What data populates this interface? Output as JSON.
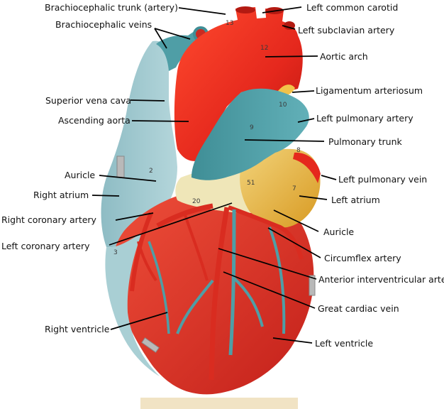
{
  "diagram": {
    "labels": {
      "brachiocephalic_trunk": "Brachiocephalic trunk (artery)",
      "left_common_carotid": "Left common carotid",
      "brachiocephalic_veins": "Brachiocephalic veins",
      "left_subclavian_artery": "Left subclavian artery",
      "aortic_arch": "Aortic arch",
      "ligamentum_arteriosum": "Ligamentum arteriosum",
      "superior_vena_cava": "Superior vena cava",
      "left_pulmonary_artery": "Left pulmonary artery",
      "ascending_aorta": "Ascending aorta",
      "pulmonary_trunk": "Pulmonary trunk",
      "auricle_right": "Auricle",
      "left_pulmonary_vein": "Left pulmonary vein",
      "right_atrium": "Right atrium",
      "left_atrium": "Left atrium",
      "right_coronary_artery": "Right coronary artery",
      "auricle_left": "Auricle",
      "left_coronary_artery": "Left coronary artery",
      "circumflex_artery": "Circumflex artery",
      "anterior_interventricular_artery": "Anterior interventricular artery",
      "great_cardiac_vein": "Great cardiac vein",
      "right_ventricle": "Right ventricle",
      "left_ventricle": "Left ventricle"
    },
    "model_numbers": {
      "n12": "12",
      "n9": "9",
      "n7": "7",
      "n20": "20",
      "n51": "51",
      "n2": "2",
      "n3": "3",
      "n13": "13",
      "n10": "10",
      "n8": "8"
    },
    "colors": {
      "artery_red": "#e5281d",
      "vein_teal": "#4f9ea6",
      "atrium_light_blue": "#9ec8cf",
      "left_atrium_yellow": "#e8b53a",
      "fat_cream": "#efe6b8",
      "ventricle_red": "#e23426"
    }
  }
}
